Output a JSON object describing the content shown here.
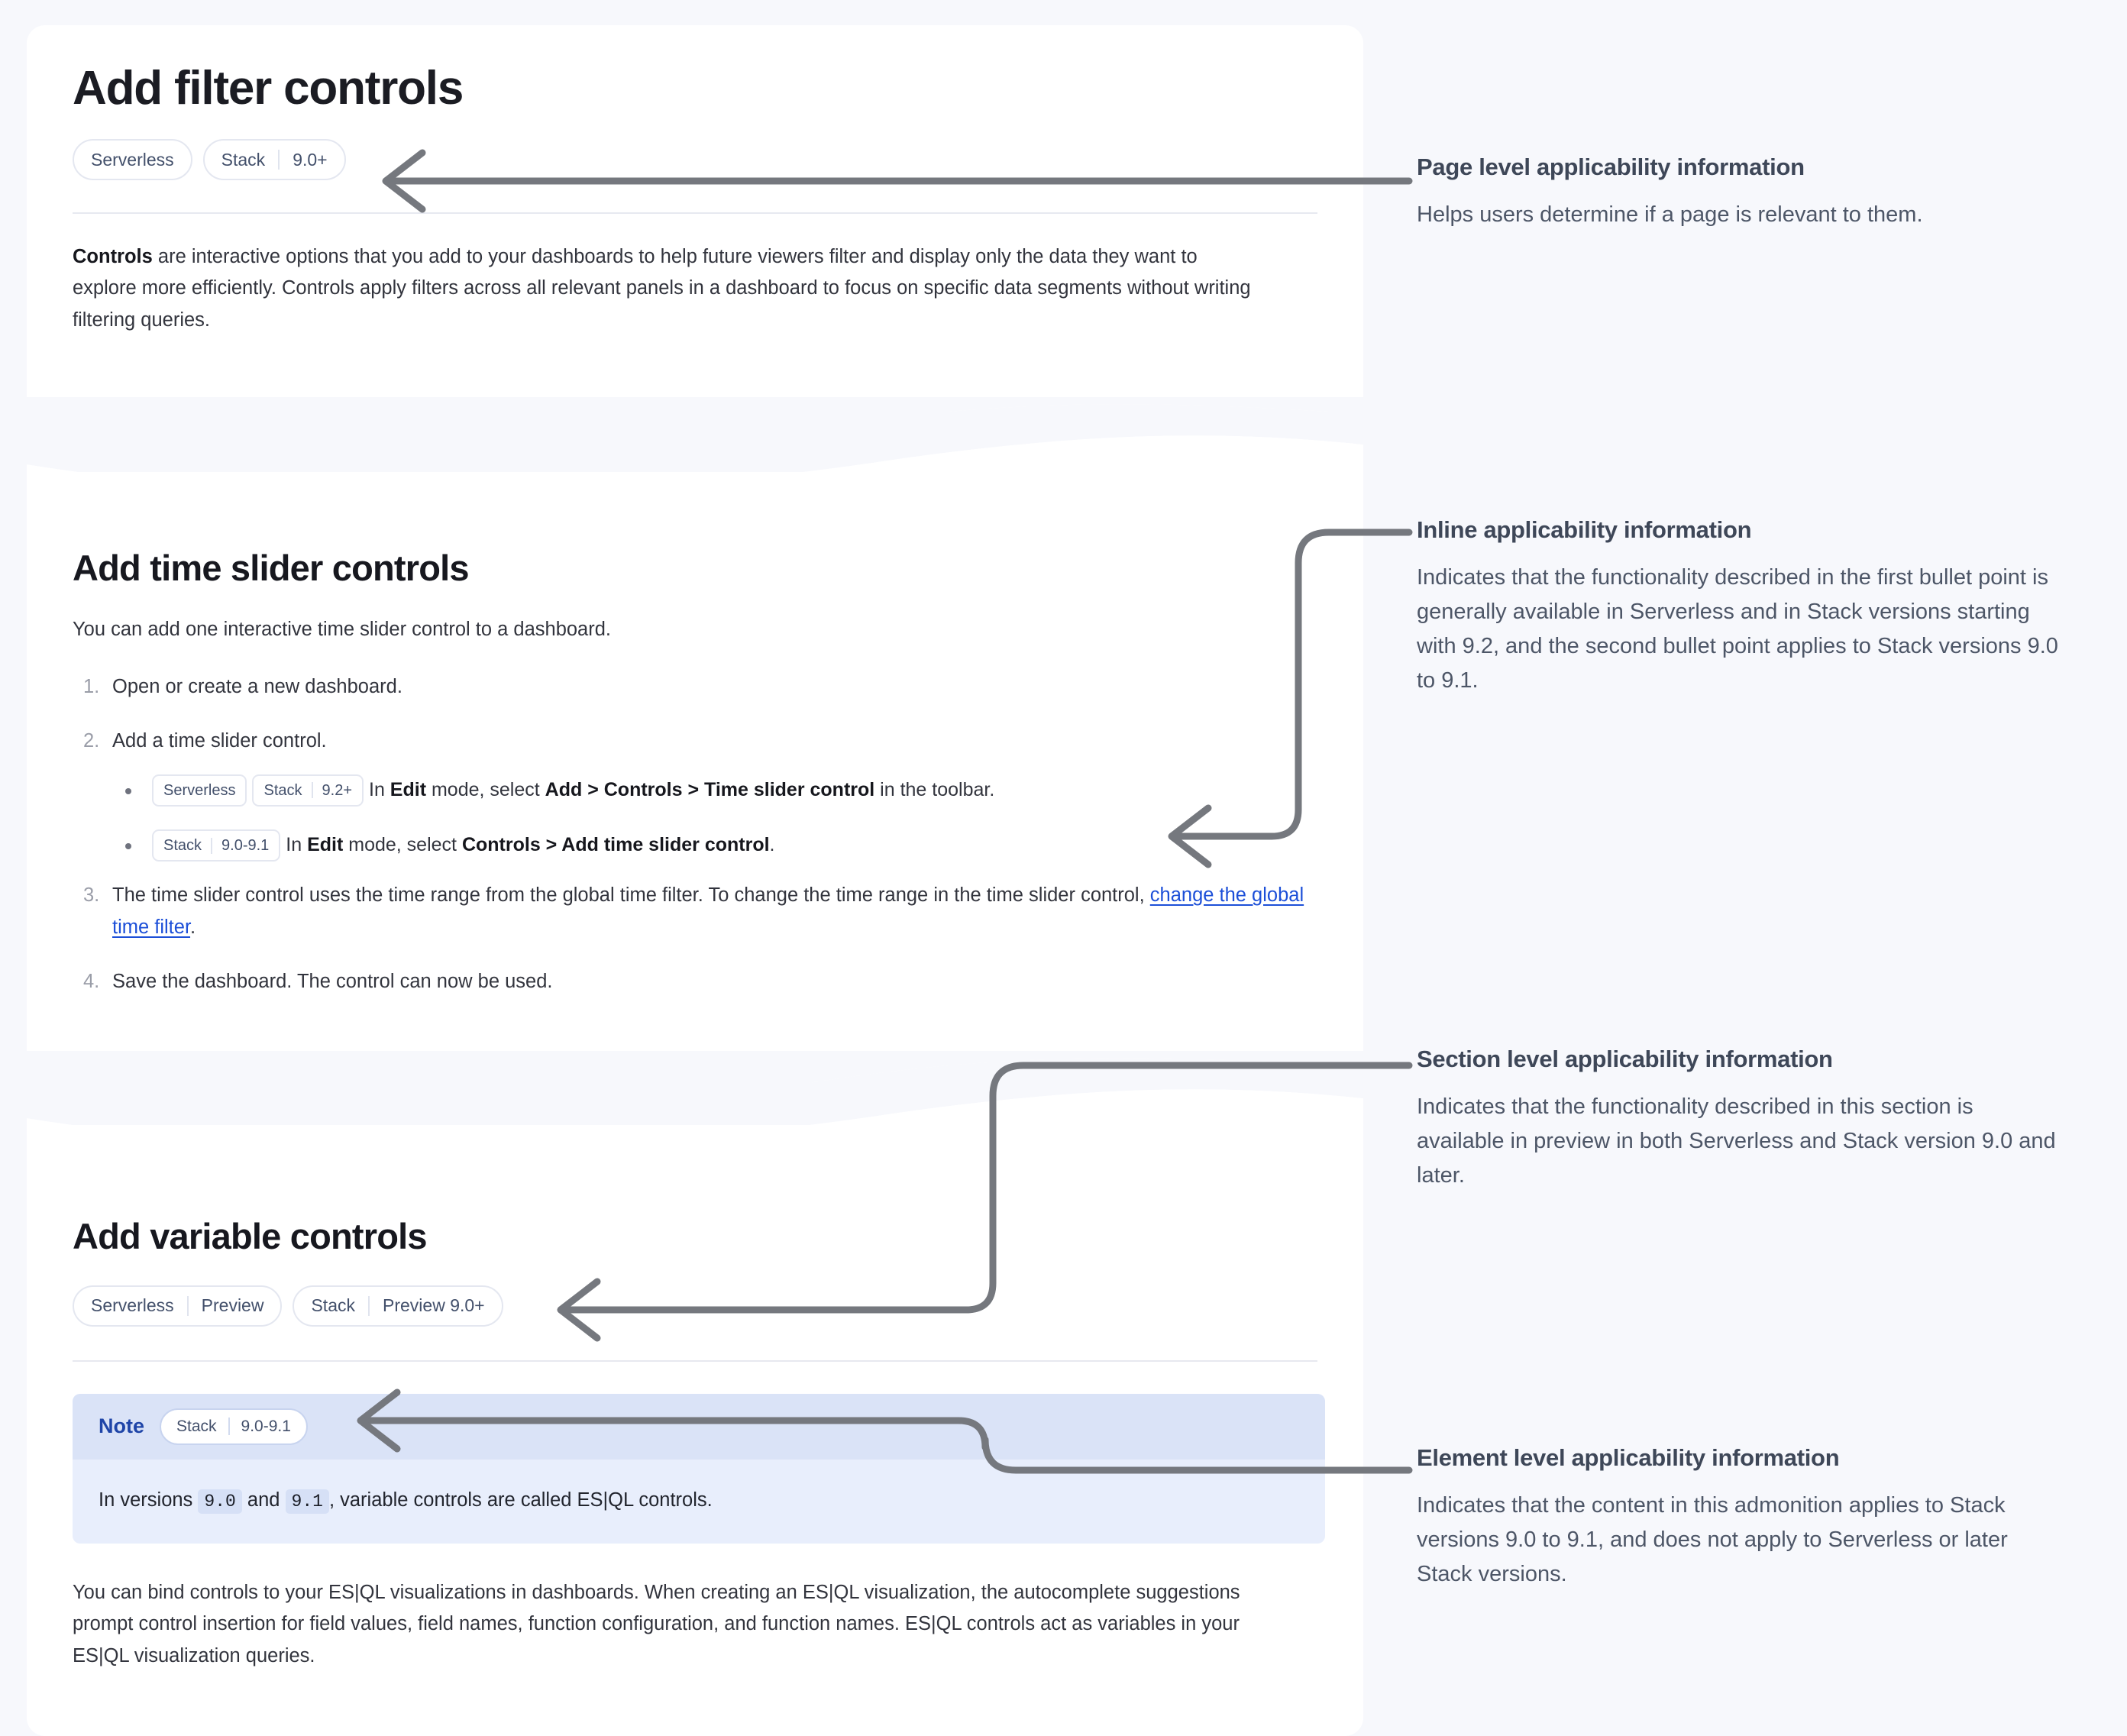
{
  "page": {
    "title": "Add filter controls",
    "applicability": [
      {
        "label": "Serverless",
        "version": ""
      },
      {
        "label": "Stack",
        "version": "9.0+"
      }
    ],
    "intro_lead": "Controls",
    "intro_rest": " are interactive options that you add to your dashboards to help future viewers filter and display only the data they want to explore more efficiently. Controls apply filters across all relevant panels in a dashboard to focus on specific data segments without writing filtering queries."
  },
  "time_slider_section": {
    "heading": "Add time slider controls",
    "lead": "You can add one interactive time slider control to a dashboard.",
    "steps": [
      {
        "num": "1.",
        "text": "Open or create a new dashboard."
      },
      {
        "num": "2.",
        "text": "Add a time slider control."
      },
      {
        "num": "3.",
        "text_before": "The time slider control uses the time range from the global time filter. To change the time range in the time slider control, ",
        "link": "change the global time filter",
        "text_after": "."
      },
      {
        "num": "4.",
        "text": "Save the dashboard. The control can now be used."
      }
    ],
    "bullets": [
      {
        "badges": [
          {
            "label": "Serverless",
            "version": ""
          },
          {
            "label": "Stack",
            "version": "9.2+"
          }
        ],
        "text_1": "In ",
        "bold_1": "Edit",
        "text_2": " mode, select ",
        "bold_2": "Add > Controls > Time slider control",
        "text_3": " in the toolbar."
      },
      {
        "badges": [
          {
            "label": "Stack",
            "version": "9.0-9.1"
          }
        ],
        "text_1": "In ",
        "bold_1": "Edit",
        "text_2": " mode, select ",
        "bold_2": "Controls > Add time slider control",
        "text_3": "."
      }
    ]
  },
  "variable_section": {
    "heading": "Add variable controls",
    "applicability": [
      {
        "label": "Serverless",
        "version": "Preview"
      },
      {
        "label": "Stack",
        "version": "Preview 9.0+"
      }
    ],
    "note": {
      "label": "Note",
      "badge": {
        "label": "Stack",
        "version": "9.0-9.1"
      },
      "body_1": "In versions ",
      "code_1": "9.0",
      "body_2": " and ",
      "code_2": "9.1",
      "body_3": ", variable controls are called ES|QL controls."
    },
    "paragraph": "You can bind controls to your ES|QL visualizations in dashboards. When creating an ES|QL visualization, the autocomplete suggestions prompt control insertion for field values, field names, function configuration, and function names. ES|QL controls act as variables in your ES|QL visualization queries."
  },
  "annotations": [
    {
      "title": "Page level applicability information",
      "body": "Helps users determine if a page is relevant to them."
    },
    {
      "title": "Inline applicability information",
      "body": "Indicates that the functionality described in the first bullet point is generally available in Serverless and in Stack versions starting with 9.2, and the second bullet point applies to Stack versions 9.0 to 9.1."
    },
    {
      "title": "Section level applicability information",
      "body": "Indicates that the functionality described in this section is available in preview in both Serverless and Stack version 9.0 and later."
    },
    {
      "title": "Element level applicability information",
      "body": "Indicates that the content in this admonition applies to Stack versions 9.0 to 9.1, and does not apply to Serverless or later Stack versions."
    }
  ],
  "colors": {
    "page_background": "#f7f8fc",
    "card_background": "#ffffff",
    "connector": "#75787e",
    "link": "#1c4fd8",
    "note_header": "#dae3f7",
    "note_body": "#e8eefc",
    "annotation_text": "#4d5667",
    "badge_text": "#43506b"
  }
}
